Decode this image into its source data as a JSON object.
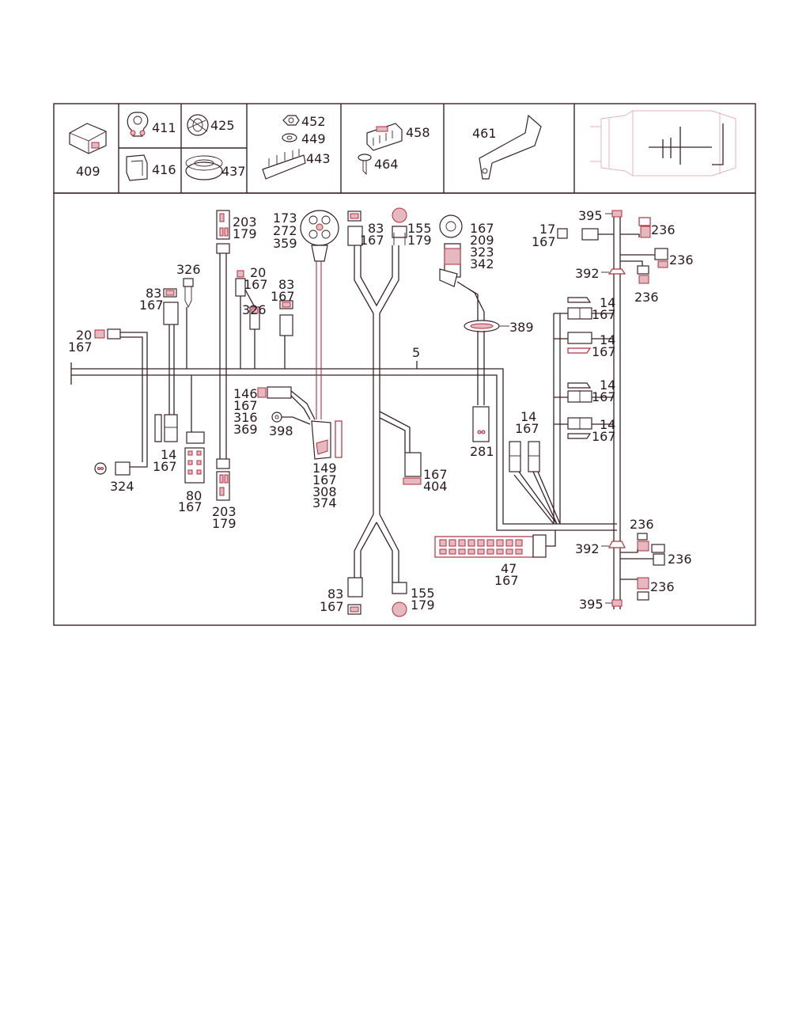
{
  "diagram": {
    "parts_row": [
      {
        "id": "p409",
        "label": "409"
      },
      {
        "id": "p411",
        "label": "411"
      },
      {
        "id": "p416",
        "label": "416"
      },
      {
        "id": "p425",
        "label": "425"
      },
      {
        "id": "p437",
        "label": "437"
      },
      {
        "id": "p452",
        "label": "452"
      },
      {
        "id": "p449",
        "label": "449"
      },
      {
        "id": "p443",
        "label": "443"
      },
      {
        "id": "p458",
        "label": "458"
      },
      {
        "id": "p464",
        "label": "464"
      },
      {
        "id": "p461",
        "label": "461"
      }
    ],
    "main": {
      "l395a": "395",
      "l236a": "236",
      "l236b": "236",
      "l236c": "236",
      "l17": "17",
      "l167_17": "167",
      "l392a": "392",
      "l14a": "14",
      "l167a": "167",
      "l14b": "14",
      "l167b": "167",
      "l14c": "14",
      "l167c": "167",
      "l14d": "14",
      "l167d": "167",
      "l389": "389",
      "l167_s": "167",
      "l209": "209",
      "l323": "323",
      "l342": "342",
      "l83a": "83",
      "l167_83a": "167",
      "l155a": "155",
      "l179a": "179",
      "l173": "173",
      "l272": "272",
      "l359": "359",
      "l203a": "203",
      "l179_203a": "179",
      "l326a": "326",
      "l20a": "20",
      "l167_20a": "167",
      "l326b": "326",
      "l83b": "83",
      "l167_83b": "167",
      "l83c": "83",
      "l167_83c": "167",
      "l20b": "20",
      "l167_20b": "167",
      "l5": "5",
      "l146": "146",
      "l167_146": "167",
      "l316": "316",
      "l369": "369",
      "l398": "398",
      "l149": "149",
      "l167_149": "167",
      "l308": "308",
      "l374": "374",
      "l14e": "14",
      "l167e": "167",
      "l324": "324",
      "l80": "80",
      "l167_80": "167",
      "l203b": "203",
      "l179_203b": "179",
      "l167_404": "167",
      "l404": "404",
      "l281": "281",
      "l14f": "14",
      "l167f": "167",
      "l47": "47",
      "l167_47": "167",
      "l236d": "236",
      "l392b": "392",
      "l236e": "236",
      "l236f": "236",
      "l395b": "395",
      "l83d": "83",
      "l167_83d": "167",
      "l155b": "155",
      "l179b": "179"
    }
  }
}
